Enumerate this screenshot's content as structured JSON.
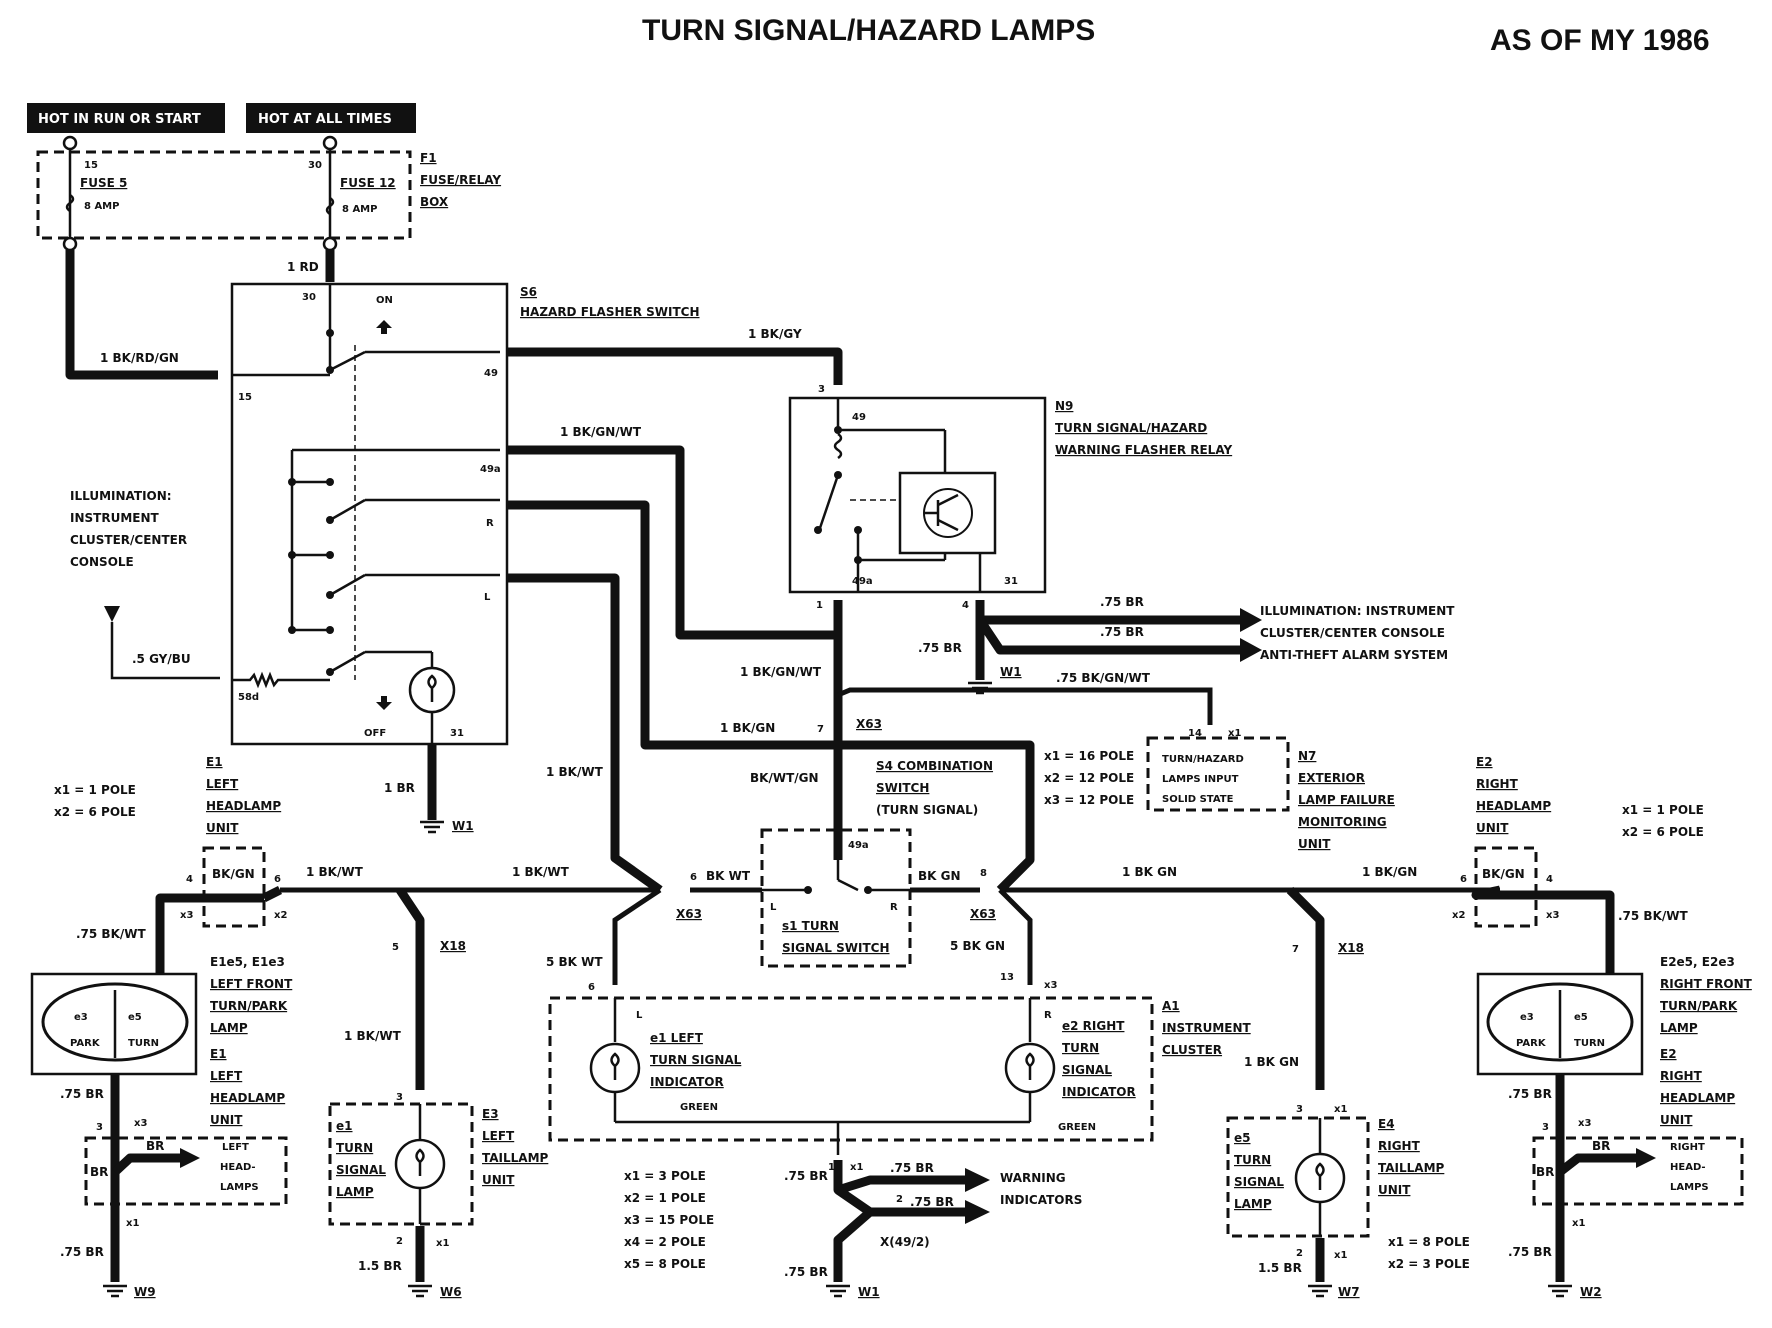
{
  "title": "TURN SIGNAL/HAZARD LAMPS",
  "model_year": "AS OF MY 1986",
  "power": {
    "run_start": "HOT IN RUN OR START",
    "all_times": "HOT AT ALL TIMES"
  },
  "fuse_box": {
    "terminal_15": "15",
    "terminal_30": "30",
    "fuse5_name": "FUSE 5",
    "fuse5_amp": "8 AMP",
    "fuse12_name": "FUSE 12",
    "fuse12_amp": "8 AMP",
    "id": "F1",
    "name1": "FUSE/RELAY",
    "name2": "BOX"
  },
  "hazard_switch": {
    "id": "S6",
    "name": "HAZARD FLASHER SWITCH",
    "t30": "30",
    "t15": "15",
    "t49": "49",
    "t49a": "49a",
    "tR": "R",
    "tL": "L",
    "t58d": "58d",
    "t31": "31",
    "on": "ON",
    "off": "OFF"
  },
  "relay": {
    "id": "N9",
    "name1": "TURN SIGNAL/HAZARD",
    "name2": "WARNING FLASHER RELAY",
    "t49": "49",
    "t49a": "49a",
    "t31": "31",
    "p3": "3",
    "p1": "1",
    "p4": "4"
  },
  "wires": {
    "w_1rd": "1 RD",
    "w_bkrdgn": "1 BK/RD/GN",
    "w_bkgy": "1 BK/GY",
    "w_bkgnwt": "1 BK/GN/WT",
    "w_bkgnwt2": "1 BK/GN/WT",
    "w_bkgn": "1 BK/GN",
    "w_bkwt": "1 BK/WT",
    "w_5gybu": ".5 GY/BU",
    "w_1br": "1 BR",
    "w_75br": ".75 BR",
    "w_75br2": ".75 BR",
    "w_75br3": ".75 BR",
    "w_75bkgnwt": ".75 BK/GN/WT",
    "w_bkwtgn": "BK/WT/GN",
    "w_bkwt_l": "1 BK/WT",
    "w_bkwt_l2": "1 BK/WT",
    "w_bkwt_s": "BK WT",
    "w_bkgn_s": "BK GN",
    "w_1bkgn_r": "1 BK GN",
    "w_1bkgn_r2": "1 BK/GN",
    "w_5bkwt": "5 BK WT",
    "w_5bkgn": "5 BK GN",
    "w_75bkwt_l": ".75 BK/WT",
    "w_75bkwt_r": ".75 BK/WT",
    "w_1bkwt_v": "1 BK/WT",
    "w_1bkgn_v": "1 BK GN",
    "w_bkgn_lbox": "BK/GN",
    "w_bkgn_rbox": "BK/GN",
    "w_15br_l": "1.5 BR",
    "w_15br_r": "1.5 BR",
    "w_75br_ll": ".75 BR",
    "w_75br_ll2": ".75 BR",
    "w_75br_rr": ".75 BR",
    "w_75br_rr2": ".75 BR",
    "w_75br_c1": ".75 BR",
    "w_75br_c2": ".75 BR",
    "w_75br_c3": ".75 BR",
    "w_75br_c4": ".75 BR",
    "w_br_l": "BR",
    "w_br_l2": "BR",
    "w_br_r": "BR",
    "w_br_r2": "BR"
  },
  "grounds": {
    "w1a": "W1",
    "w1b": "W1",
    "w1c": "W1",
    "w9": "W9",
    "w6": "W6",
    "w7": "W7",
    "w2": "W2"
  },
  "illumination_left": [
    "ILLUMINATION:",
    "INSTRUMENT",
    "CLUSTER/CENTER",
    "CONSOLE"
  ],
  "illumination_right": [
    "ILLUMINATION: INSTRUMENT",
    "CLUSTER/CENTER CONSOLE",
    "ANTI-THEFT ALARM SYSTEM"
  ],
  "combo_switch": {
    "id": "S4 COMBINATION",
    "name2": "SWITCH",
    "name3": "(TURN SIGNAL)",
    "s1": "s1 TURN",
    "s1b": "SIGNAL SWITCH",
    "t49a": "49a",
    "tL": "L",
    "tR": "R"
  },
  "x63": {
    "label": "X63",
    "label2": "X63",
    "label3": "X63",
    "p7": "7",
    "p6": "6",
    "p8": "8",
    "poles": [
      "x1 = 16 POLE",
      "x2 = 12 POLE",
      "x3 = 12 POLE"
    ]
  },
  "n7": {
    "id": "N7",
    "lines": [
      "EXTERIOR",
      "LAMP FAILURE",
      "MONITORING",
      "UNIT"
    ],
    "box": [
      "TURN/HAZARD",
      "LAMPS INPUT",
      "SOLID STATE"
    ],
    "p14": "14",
    "x1": "x1"
  },
  "left_side": {
    "poles": [
      "x1 = 1 POLE",
      "x2 = 6 POLE"
    ],
    "e1": "E1",
    "e1_name": [
      "LEFT",
      "HEADLAMP",
      "UNIT"
    ],
    "front_id": "E1e5, E1e3",
    "front_name": [
      "LEFT FRONT",
      "TURN/PARK",
      "LAMP"
    ],
    "park": "PARK",
    "turn": "TURN",
    "e3": "e3",
    "e5": "e5",
    "e1b": "E1",
    "e1b_name": [
      "LEFT",
      "HEADLAMP",
      "UNIT"
    ],
    "head": [
      "LEFT",
      "HEAD-",
      "LAMPS"
    ],
    "p4": "4",
    "p6": "6",
    "p3": "3",
    "x3": "x3",
    "x2": "x2",
    "x1": "x1",
    "x3b": "x3"
  },
  "right_side": {
    "poles": [
      "x1 = 1 POLE",
      "x2 = 6 POLE"
    ],
    "e2": "E2",
    "e2_name": [
      "RIGHT",
      "HEADLAMP",
      "UNIT"
    ],
    "front_id": "E2e5, E2e3",
    "front_name": [
      "RIGHT FRONT",
      "TURN/PARK",
      "LAMP"
    ],
    "park": "PARK",
    "turn": "TURN",
    "e3": "e3",
    "e5": "e5",
    "e2b": "E2",
    "e2b_name": [
      "RIGHT",
      "HEADLAMP",
      "UNIT"
    ],
    "head": [
      "RIGHT",
      "HEAD-",
      "LAMPS"
    ],
    "p4": "4",
    "p6": "6",
    "p3": "3",
    "x3": "x3",
    "x2": "x2",
    "x1": "x1",
    "x3b": "x3"
  },
  "x18": {
    "l": "X18",
    "r": "X18",
    "p5": "5",
    "p7": "7"
  },
  "e3_tail": {
    "id": "E3",
    "name": [
      "LEFT",
      "TAILLAMP",
      "UNIT"
    ],
    "lamp": [
      "e1",
      "TURN",
      "SIGNAL",
      "LAMP"
    ],
    "p3": "3",
    "p2": "2",
    "x1": "x1"
  },
  "e4_tail": {
    "id": "E4",
    "name": [
      "RIGHT",
      "TAILLAMP",
      "UNIT"
    ],
    "lamp": [
      "e5",
      "TURN",
      "SIGNAL",
      "LAMP"
    ],
    "p3": "3",
    "p2": "2",
    "x1": "x1",
    "x1b": "x1",
    "poles": [
      "x1 = 8 POLE",
      "x2 = 3 POLE"
    ]
  },
  "cluster": {
    "id": "A1",
    "name": [
      "INSTRUMENT",
      "CLUSTER"
    ],
    "left": [
      "e1 LEFT",
      "TURN SIGNAL",
      "INDICATOR"
    ],
    "left_color": "GREEN",
    "right": [
      "e2 RIGHT",
      "TURN",
      "SIGNAL",
      "INDICATOR"
    ],
    "right_color": "GREEN",
    "p6": "6",
    "p13": "13",
    "x3": "x3",
    "tL": "L",
    "tR": "R",
    "poles": [
      "x1 = 3 POLE",
      "x2 = 1 POLE",
      "x3 = 15 POLE",
      "x4 = 2 POLE",
      "x5 = 8 POLE"
    ],
    "p1": "1",
    "p2": "2",
    "x1": "x1",
    "x49": "X(49/2)"
  },
  "warning": [
    "WARNING",
    "INDICATORS"
  ]
}
